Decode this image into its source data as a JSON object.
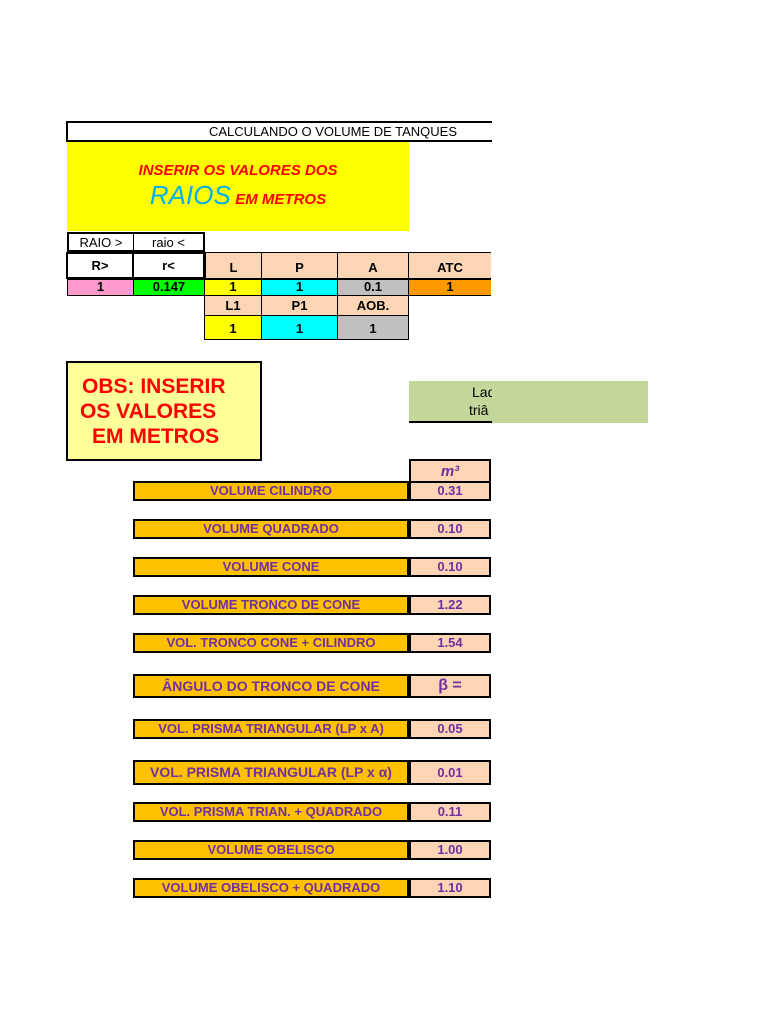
{
  "header": {
    "title": "CALCULANDO O VOLUME DE TANQUES",
    "instruction_line1": "INSERIR OS VALORES DOS",
    "instruction_raios": "RAIOS",
    "instruction_metros": "EM METROS"
  },
  "radius_table": {
    "label_raio_maior": "RAIO >",
    "label_raio_menor": "raio <",
    "header_R": "R>",
    "header_r": "r<",
    "value_R": "1",
    "value_r": "0.147"
  },
  "dims_table": {
    "headers": [
      "L",
      "P",
      "A",
      "ATC"
    ],
    "values": [
      "1",
      "1",
      "0.1",
      "1"
    ],
    "headers2": [
      "L1",
      "P1",
      "AOB."
    ],
    "values2": [
      "1",
      "1",
      "1"
    ]
  },
  "obs": {
    "line1": "OBS: INSERIR",
    "line2": "OS VALORES",
    "line3": "EM METROS"
  },
  "green_note": {
    "line1": "Lad",
    "line2": "triâ"
  },
  "results": {
    "unit": "m³",
    "rows": [
      {
        "label": "VOLUME  CILINDRO",
        "value": "0.31"
      },
      {
        "label": "VOLUME QUADRADO",
        "value": "0.10"
      },
      {
        "label": "VOLUME  CONE",
        "value": "0.10"
      },
      {
        "label": "VOLUME TRONCO DE CONE",
        "value": "1.22"
      },
      {
        "label": "VOL. TRONCO CONE + CILINDRO",
        "value": "1.54"
      },
      {
        "label": "ÂNGULO DO TRONCO DE CONE",
        "value": "β ="
      },
      {
        "label": "VOL. PRISMA TRIANGULAR (LP x A)",
        "value": "0.05"
      },
      {
        "label": "VOL. PRISMA TRIANGULAR (LP x α)",
        "value": "0.01"
      },
      {
        "label": "VOL. PRISMA TRIAN. + QUADRADO",
        "value": "0.11"
      },
      {
        "label": "VOLUME OBELISCO",
        "value": "1.00"
      },
      {
        "label": "VOLUME OBELISCO + QUADRADO",
        "value": "1.10"
      }
    ]
  },
  "colors": {
    "pink": "#ff99cc",
    "green": "#00ff00",
    "yellow": "#ffff00",
    "cyan": "#00ffff",
    "gray": "#c0c0c0",
    "orange": "#ff9900",
    "peach": "#fcd5b4"
  }
}
